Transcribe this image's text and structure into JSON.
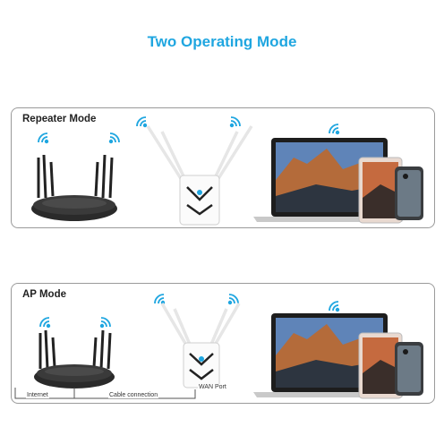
{
  "title": "Two Operating Mode",
  "colors": {
    "accent": "#1fa6e0",
    "router": "#222222",
    "extender": "#ffffff"
  },
  "panels": [
    {
      "label": "Repeater Mode"
    },
    {
      "label": "AP Mode",
      "labels": {
        "internet": "Internet",
        "cable": "Cable connection",
        "wan": "WAN Port"
      }
    }
  ]
}
